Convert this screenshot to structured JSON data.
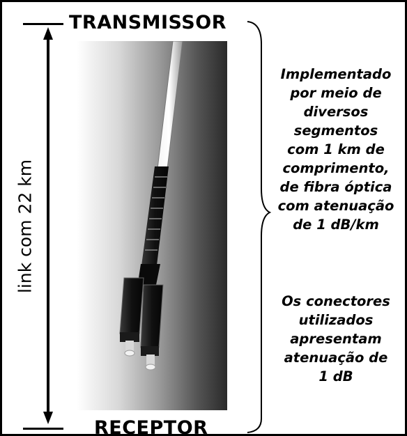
{
  "top_label": "TRANSMISSOR",
  "bottom_label": "RECEPTOR",
  "length_label": "link com 22 km",
  "note_1": [
    "Implementado",
    "por meio de",
    "diversos",
    "segmentos",
    "com 1 km de",
    "comprimento,",
    "de fibra óptica",
    "com atenuação",
    "de 1 dB/km"
  ],
  "note_2": [
    "Os conectores",
    "utilizados",
    "apresentam",
    "atenuação de",
    "1 dB"
  ],
  "colors": {
    "border": "#000000",
    "text": "#000000",
    "background": "#ffffff"
  },
  "icons": {
    "photo": "fiber-optic-connector-photo",
    "arrow": "double-headed-arrow",
    "brace": "right-curly-brace"
  }
}
